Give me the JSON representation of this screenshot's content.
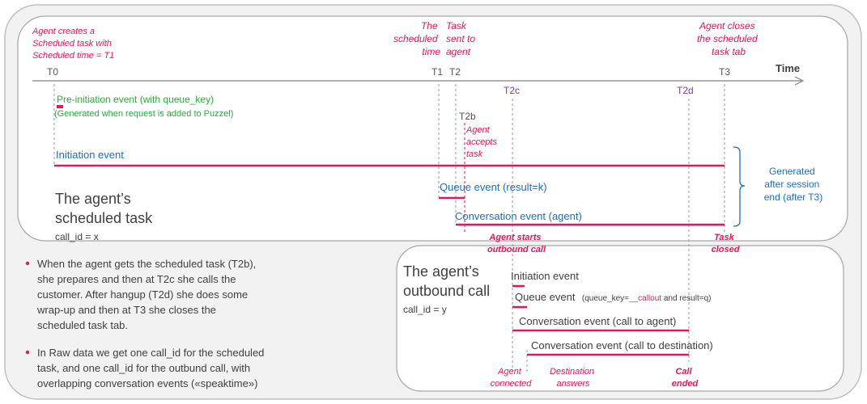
{
  "timeline": {
    "axis_label": "Time",
    "markers": [
      {
        "id": "T0",
        "label": "T0"
      },
      {
        "id": "T1",
        "label": "T1"
      },
      {
        "id": "T2",
        "label": "T2"
      },
      {
        "id": "T2b",
        "label": "T2b"
      },
      {
        "id": "T2c",
        "label": "T2c"
      },
      {
        "id": "T2d",
        "label": "T2d"
      },
      {
        "id": "T3",
        "label": "T3"
      }
    ]
  },
  "annotations": {
    "t0": [
      "Agent creates a",
      "Scheduled task with",
      "Scheduled time = T1"
    ],
    "t1": [
      "The",
      "scheduled",
      "time"
    ],
    "t2": [
      "Task",
      "sent to",
      "agent"
    ],
    "t3": [
      "Agent closes",
      "the scheduled",
      "task tab"
    ],
    "t2b": [
      "Agent",
      "accepts",
      "task"
    ],
    "t2c_below": [
      "Agent starts",
      "outbound call"
    ],
    "t3_below": [
      "Task",
      "closed"
    ],
    "agent_connected": [
      "Agent",
      "connected"
    ],
    "destination_answers": [
      "Destination",
      "answers"
    ],
    "call_ended": [
      "Call",
      "ended"
    ]
  },
  "scheduled_task": {
    "title_line1": "The agent’s",
    "title_line2": "scheduled task",
    "call_id": "call_id = x",
    "pre_initiation_line1": "Pre-initiation event (with queue_key)",
    "pre_initiation_line2": "(Generated when request is added to Puzzel)",
    "initiation": "Initiation event",
    "queue": "Queue event (result=k)",
    "conversation": "Conversation event (agent)"
  },
  "generated_note": [
    "Generated",
    "after session",
    "end (after T3)"
  ],
  "outbound_call": {
    "title_line1": "The agent’s",
    "title_line2": "outbound call",
    "call_id": "call_id = y",
    "initiation": "Initiation event",
    "queue_prefix": "Queue event",
    "queue_detail_a": "(queue_key=",
    "queue_detail_b": "__callout",
    "queue_detail_c": " and result=q)",
    "conversation_agent": "Conversation event (call to agent)",
    "conversation_destination": "Conversation event (call to destination)"
  },
  "bullets": [
    [
      "When the agent gets the scheduled task (T2b),",
      "she prepares and then at T2c she calls the",
      "customer. After hangup (T2d) she does some",
      "wrap-up and then at T3 she closes the",
      "scheduled task tab."
    ],
    [
      "In Raw data we get one call_id for the scheduled",
      "task, and one call_id for the outbund call, with",
      "overlapping conversation events («speaktime»)"
    ]
  ],
  "colors": {
    "pink": "#e2185b",
    "green": "#2aab3a",
    "blue": "#1c6fbf",
    "purple": "#7a3bb0",
    "frame": "#bfbfbf",
    "background": "#f2f2f2"
  }
}
